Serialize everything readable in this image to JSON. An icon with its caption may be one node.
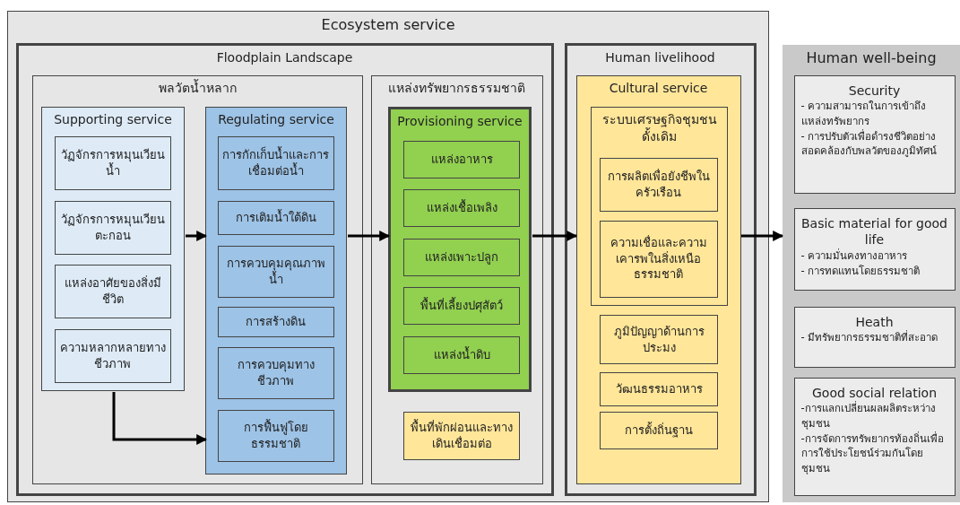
{
  "diagram": {
    "nodes": [
      {
        "text": [
          "Ecosystem service"
        ]
      },
      {
        "text": [
          "Floodplain Landscape"
        ],
        "in": 0
      },
      {
        "text": [
          "พลวัตน้ำหลาก"
        ],
        "in": 1
      },
      {
        "text": [
          "Supporting service"
        ],
        "in": 2
      },
      {
        "text": [
          "วัฏจักรการหมุนเวียนน้ำ"
        ],
        "in": 3
      },
      {
        "text": [
          "วัฏจักรการหมุนเวียนตะกอน"
        ],
        "in": 3
      },
      {
        "text": [
          "แหล่งอาศัยของสิ่งมีชีวิต"
        ],
        "in": 3
      },
      {
        "text": [
          "ความหลากหลายทางชีวภาพ"
        ],
        "in": 3
      },
      {
        "text": [
          "Regulating service"
        ],
        "in": 2
      },
      {
        "text": [
          "การกักเก็บน้ำและการเชื่อมต่อน้ำ"
        ],
        "in": 8
      },
      {
        "text": [
          "การเติมน้ำใต้ดิน"
        ],
        "in": 8
      },
      {
        "text": [
          "การควบคุมคุณภาพน้ำ"
        ],
        "in": 8
      },
      {
        "text": [
          "การสร้างดิน"
        ],
        "in": 8
      },
      {
        "text": [
          "การควบคุมทางชีวภาพ"
        ],
        "in": 8
      },
      {
        "text": [
          "การฟื้นฟูโดยธรรมชาติ"
        ],
        "in": 8
      },
      {
        "text": [
          "แหล่งทรัพยากรธรรมชาติ"
        ],
        "in": 1
      },
      {
        "text": [
          "Provisioning service"
        ],
        "in": 15
      },
      {
        "text": [
          "แหล่งอาหาร"
        ],
        "in": 16
      },
      {
        "text": [
          "แหล่งเชื้อเพลิง"
        ],
        "in": 16
      },
      {
        "text": [
          "แหล่งเพาะปลูก"
        ],
        "in": 16
      },
      {
        "text": [
          "พื้นที่เลี้ยงปศุสัตว์"
        ],
        "in": 16
      },
      {
        "text": [
          "แหล่งน้ำดิบ"
        ],
        "in": 16
      },
      {
        "text": [
          "พื้นที่พักผ่อนและทางเดินเชื่อมต่อ"
        ],
        "in": 15
      },
      {
        "text": [
          "Human livelihood"
        ],
        "in": 0
      },
      {
        "text": [
          "Cultural service"
        ],
        "in": 23
      },
      {
        "text": [
          "ระบบเศรษฐกิจชุมชนดั้งเดิม"
        ],
        "in": 24
      },
      {
        "text": [
          "การผลิตเพื่อยังชีพในครัวเรือน"
        ],
        "in": 25
      },
      {
        "text": [
          "ความเชื่อและความเคารพในสิ่งเหนือธรรมชาติ"
        ],
        "in": 25
      },
      {
        "text": [
          "ภูมิปัญญาด้านการประมง"
        ],
        "in": 24
      },
      {
        "text": [
          "วัฒนธรรมอาหาร"
        ],
        "in": 24
      },
      {
        "text": [
          "การตั้งถิ่นฐาน"
        ],
        "in": 24
      },
      {
        "text": [
          "Human well-being"
        ]
      },
      {
        "text": [
          "Security",
          "- ความสามารถในการเข้าถึงแหล่งทรัพยากร",
          "- การปรับตัวเพื่อดำรงชีวิตอย่างสอดคล้องกับพลวัตของภูมิทัศน์"
        ],
        "in": 31
      },
      {
        "text": [
          "Basic material for good life",
          "- ความมั่นคงทางอาหาร",
          "- การทดแทนโดยธรรมชาติ"
        ],
        "in": 31
      },
      {
        "text": [
          "Heath",
          "- มีทรัพยากรธรรมชาติที่สะอาด"
        ],
        "in": 31
      },
      {
        "text": [
          "Good social relation",
          "-การแลกเปลี่ยนผลผลิตระหว่างชุมชน",
          "-การจัดการทรัพยากรท้องถิ่นเพื่อการใช้ประโยชน์ร่วมกันโดยชุมชน"
        ],
        "in": 31
      }
    ],
    "edges": [
      {
        "from": 3,
        "to": 8,
        "arrow": "to"
      },
      {
        "from": 3,
        "to": 8,
        "arrow": "to"
      },
      {
        "from": 8,
        "to": 16,
        "arrow": "to"
      },
      {
        "from": 16,
        "to": 24,
        "arrow": "to"
      },
      {
        "from": 24,
        "to": 31,
        "arrow": "to"
      }
    ]
  }
}
